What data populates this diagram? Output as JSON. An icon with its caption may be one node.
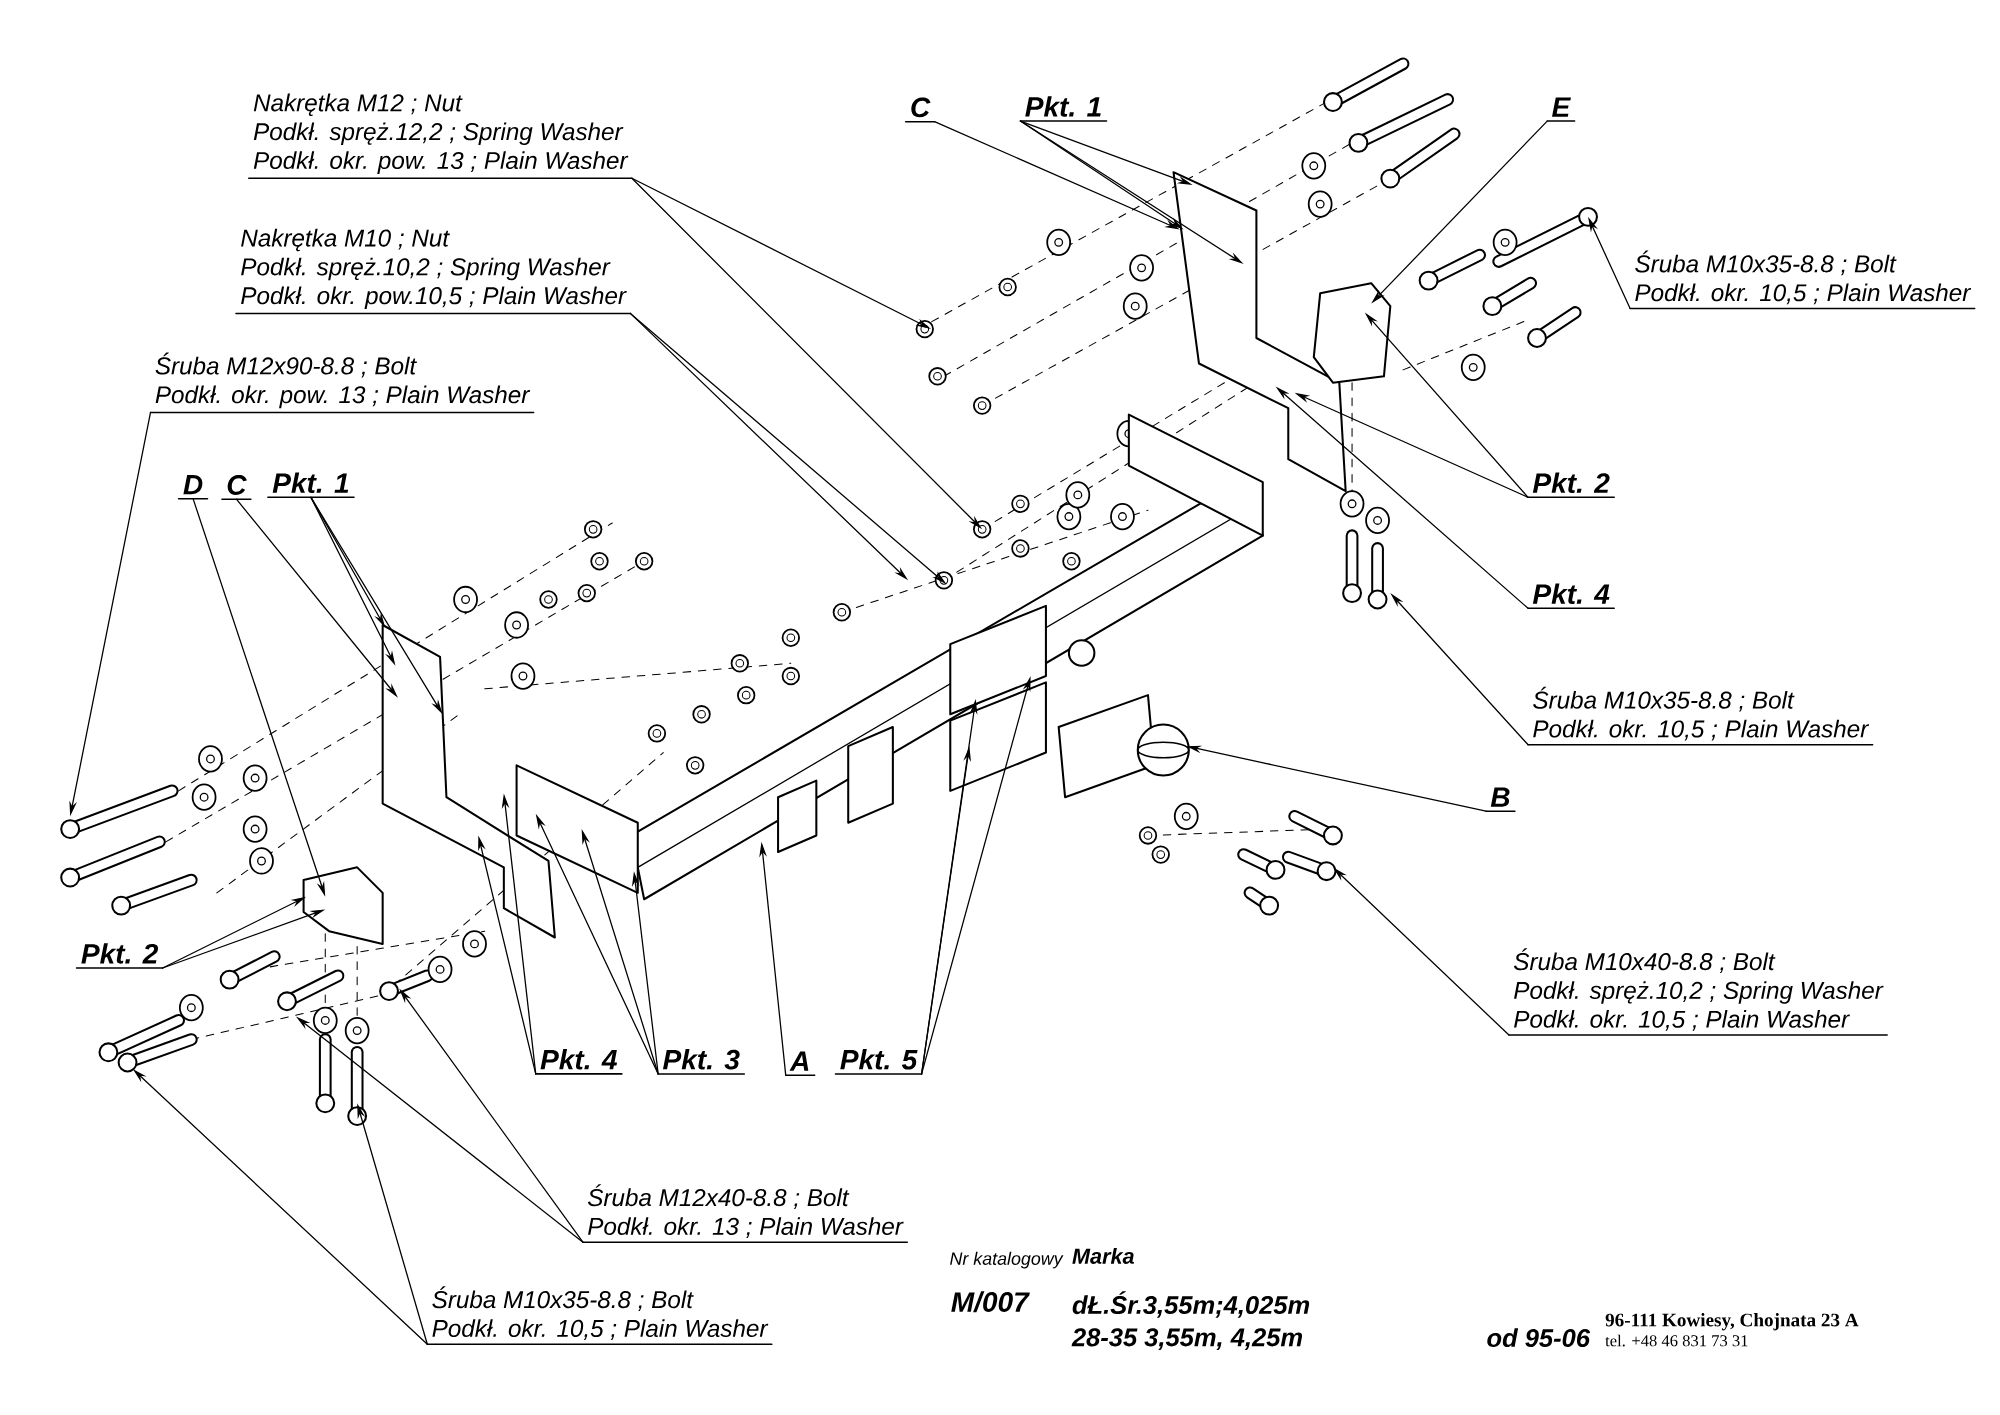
{
  "diagram": {
    "nodes": [
      {
        "text": [
          "Nakrętka M12 ; Nut",
          "Podkł. spręż.12,2 ; Spring Washer",
          "Podkł. okr. pow. 13 ; Plain Washer"
        ]
      },
      {
        "text": [
          "C"
        ]
      },
      {
        "text": [
          "Pkt. 1"
        ]
      },
      {
        "text": [
          "E"
        ]
      },
      {
        "text": [
          "Nakrętka M10 ; Nut",
          "Podkł. spręż.10,2 ; Spring Washer",
          "Podkł. okr. pow.10,5 ; Plain Washer"
        ]
      },
      {
        "text": [
          "Śruba M10x35-8.8 ; Bolt",
          "Podkł. okr. 10,5 ; Plain Washer"
        ]
      },
      {
        "text": [
          "Śruba M12x90-8.8 ; Bolt",
          "Podkł. okr. pow. 13 ; Plain Washer"
        ]
      },
      {
        "text": [
          "D"
        ]
      },
      {
        "text": [
          "C"
        ]
      },
      {
        "text": [
          "Pkt. 1"
        ]
      },
      {
        "text": [
          "Pkt. 2"
        ]
      },
      {
        "text": [
          "Pkt. 4"
        ]
      },
      {
        "text": [
          "Śruba M10x35-8.8 ; Bolt",
          "Podkł. okr. 10,5 ; Plain Washer"
        ]
      },
      {
        "text": [
          "B"
        ]
      },
      {
        "text": [
          "Pkt. 2"
        ]
      },
      {
        "text": [
          "Śruba M10x40-8.8 ; Bolt",
          "Podkł. spręż.10,2 ; Spring Washer",
          "Podkł. okr. 10,5 ; Plain Washer"
        ]
      },
      {
        "text": [
          "Pkt. 4"
        ]
      },
      {
        "text": [
          "Pkt. 3"
        ]
      },
      {
        "text": [
          "A"
        ]
      },
      {
        "text": [
          "Pkt. 5"
        ]
      },
      {
        "text": [
          "Śruba M12x40-8.8 ; Bolt",
          "Podkł. okr. 13 ; Plain Washer"
        ]
      },
      {
        "text": [
          "Śruba M10x35-8.8 ; Bolt",
          "Podkł. okr. 10,5 ; Plain Washer"
        ]
      },
      {
        "text": [],
        "shape": "picture"
      },
      {
        "text": [],
        "shape": "picture"
      },
      {
        "text": [],
        "shape": "picture"
      },
      {
        "text": [],
        "shape": "picture"
      },
      {
        "text": [],
        "shape": "picture"
      }
    ],
    "edges": [
      {
        "from": 0,
        "to": null,
        "arrow": "to"
      },
      {
        "from": 0,
        "to": null,
        "arrow": "to"
      },
      {
        "from": 1,
        "to": 25,
        "arrow": "to"
      },
      {
        "from": 2,
        "to": 25,
        "arrow": "to"
      },
      {
        "from": 2,
        "to": 25,
        "arrow": "to"
      },
      {
        "from": 2,
        "to": 25,
        "arrow": "to"
      },
      {
        "from": 3,
        "to": 26,
        "arrow": "to"
      },
      {
        "from": 4,
        "to": null,
        "arrow": "to"
      },
      {
        "from": 4,
        "to": null,
        "arrow": "to"
      },
      {
        "from": 5,
        "to": null,
        "arrow": "to"
      },
      {
        "from": 6,
        "to": null,
        "arrow": "to"
      },
      {
        "from": 7,
        "to": 22,
        "arrow": "to"
      },
      {
        "from": 8,
        "to": 23,
        "arrow": "to"
      },
      {
        "from": 9,
        "to": 23,
        "arrow": "to"
      },
      {
        "from": 9,
        "to": 23,
        "arrow": "to"
      },
      {
        "from": 9,
        "to": 23,
        "arrow": "to"
      },
      {
        "from": 10,
        "to": 26,
        "arrow": "to"
      },
      {
        "from": 10,
        "to": 25,
        "arrow": "to"
      },
      {
        "from": 11,
        "to": 25,
        "arrow": "to"
      },
      {
        "from": 12,
        "to": null,
        "arrow": "to"
      },
      {
        "from": 13,
        "to": 24,
        "arrow": "to"
      },
      {
        "from": 14,
        "to": 22,
        "arrow": "to"
      },
      {
        "from": 14,
        "to": 22,
        "arrow": "to"
      },
      {
        "from": 15,
        "to": null,
        "arrow": "to"
      },
      {
        "from": 16,
        "to": 23,
        "arrow": "to"
      },
      {
        "from": 16,
        "to": 23,
        "arrow": "to"
      },
      {
        "from": 17,
        "to": 24,
        "arrow": "to"
      },
      {
        "from": 17,
        "to": 24,
        "arrow": "to"
      },
      {
        "from": 17,
        "to": 24,
        "arrow": "to"
      },
      {
        "from": 18,
        "to": 24,
        "arrow": "to"
      },
      {
        "from": 19,
        "to": 24,
        "arrow": "to"
      },
      {
        "from": 19,
        "to": 24,
        "arrow": "to"
      },
      {
        "from": 19,
        "to": 24,
        "arrow": "to"
      },
      {
        "from": 20,
        "to": null,
        "arrow": "to"
      },
      {
        "from": 20,
        "to": null,
        "arrow": "to"
      },
      {
        "from": 21,
        "to": null,
        "arrow": "to"
      },
      {
        "from": 21,
        "to": null,
        "arrow": "to"
      }
    ],
    "labels": [
      "Nr katalogowy",
      "Marka",
      "M/007",
      "dŁ.Śr.3,55m;4,025m",
      "28-35 3,55m, 4,25m",
      "od 95-06",
      "96-111 Kowiesy, Chojnata 23 A",
      "tel. +48 46 831 73 31"
    ]
  }
}
